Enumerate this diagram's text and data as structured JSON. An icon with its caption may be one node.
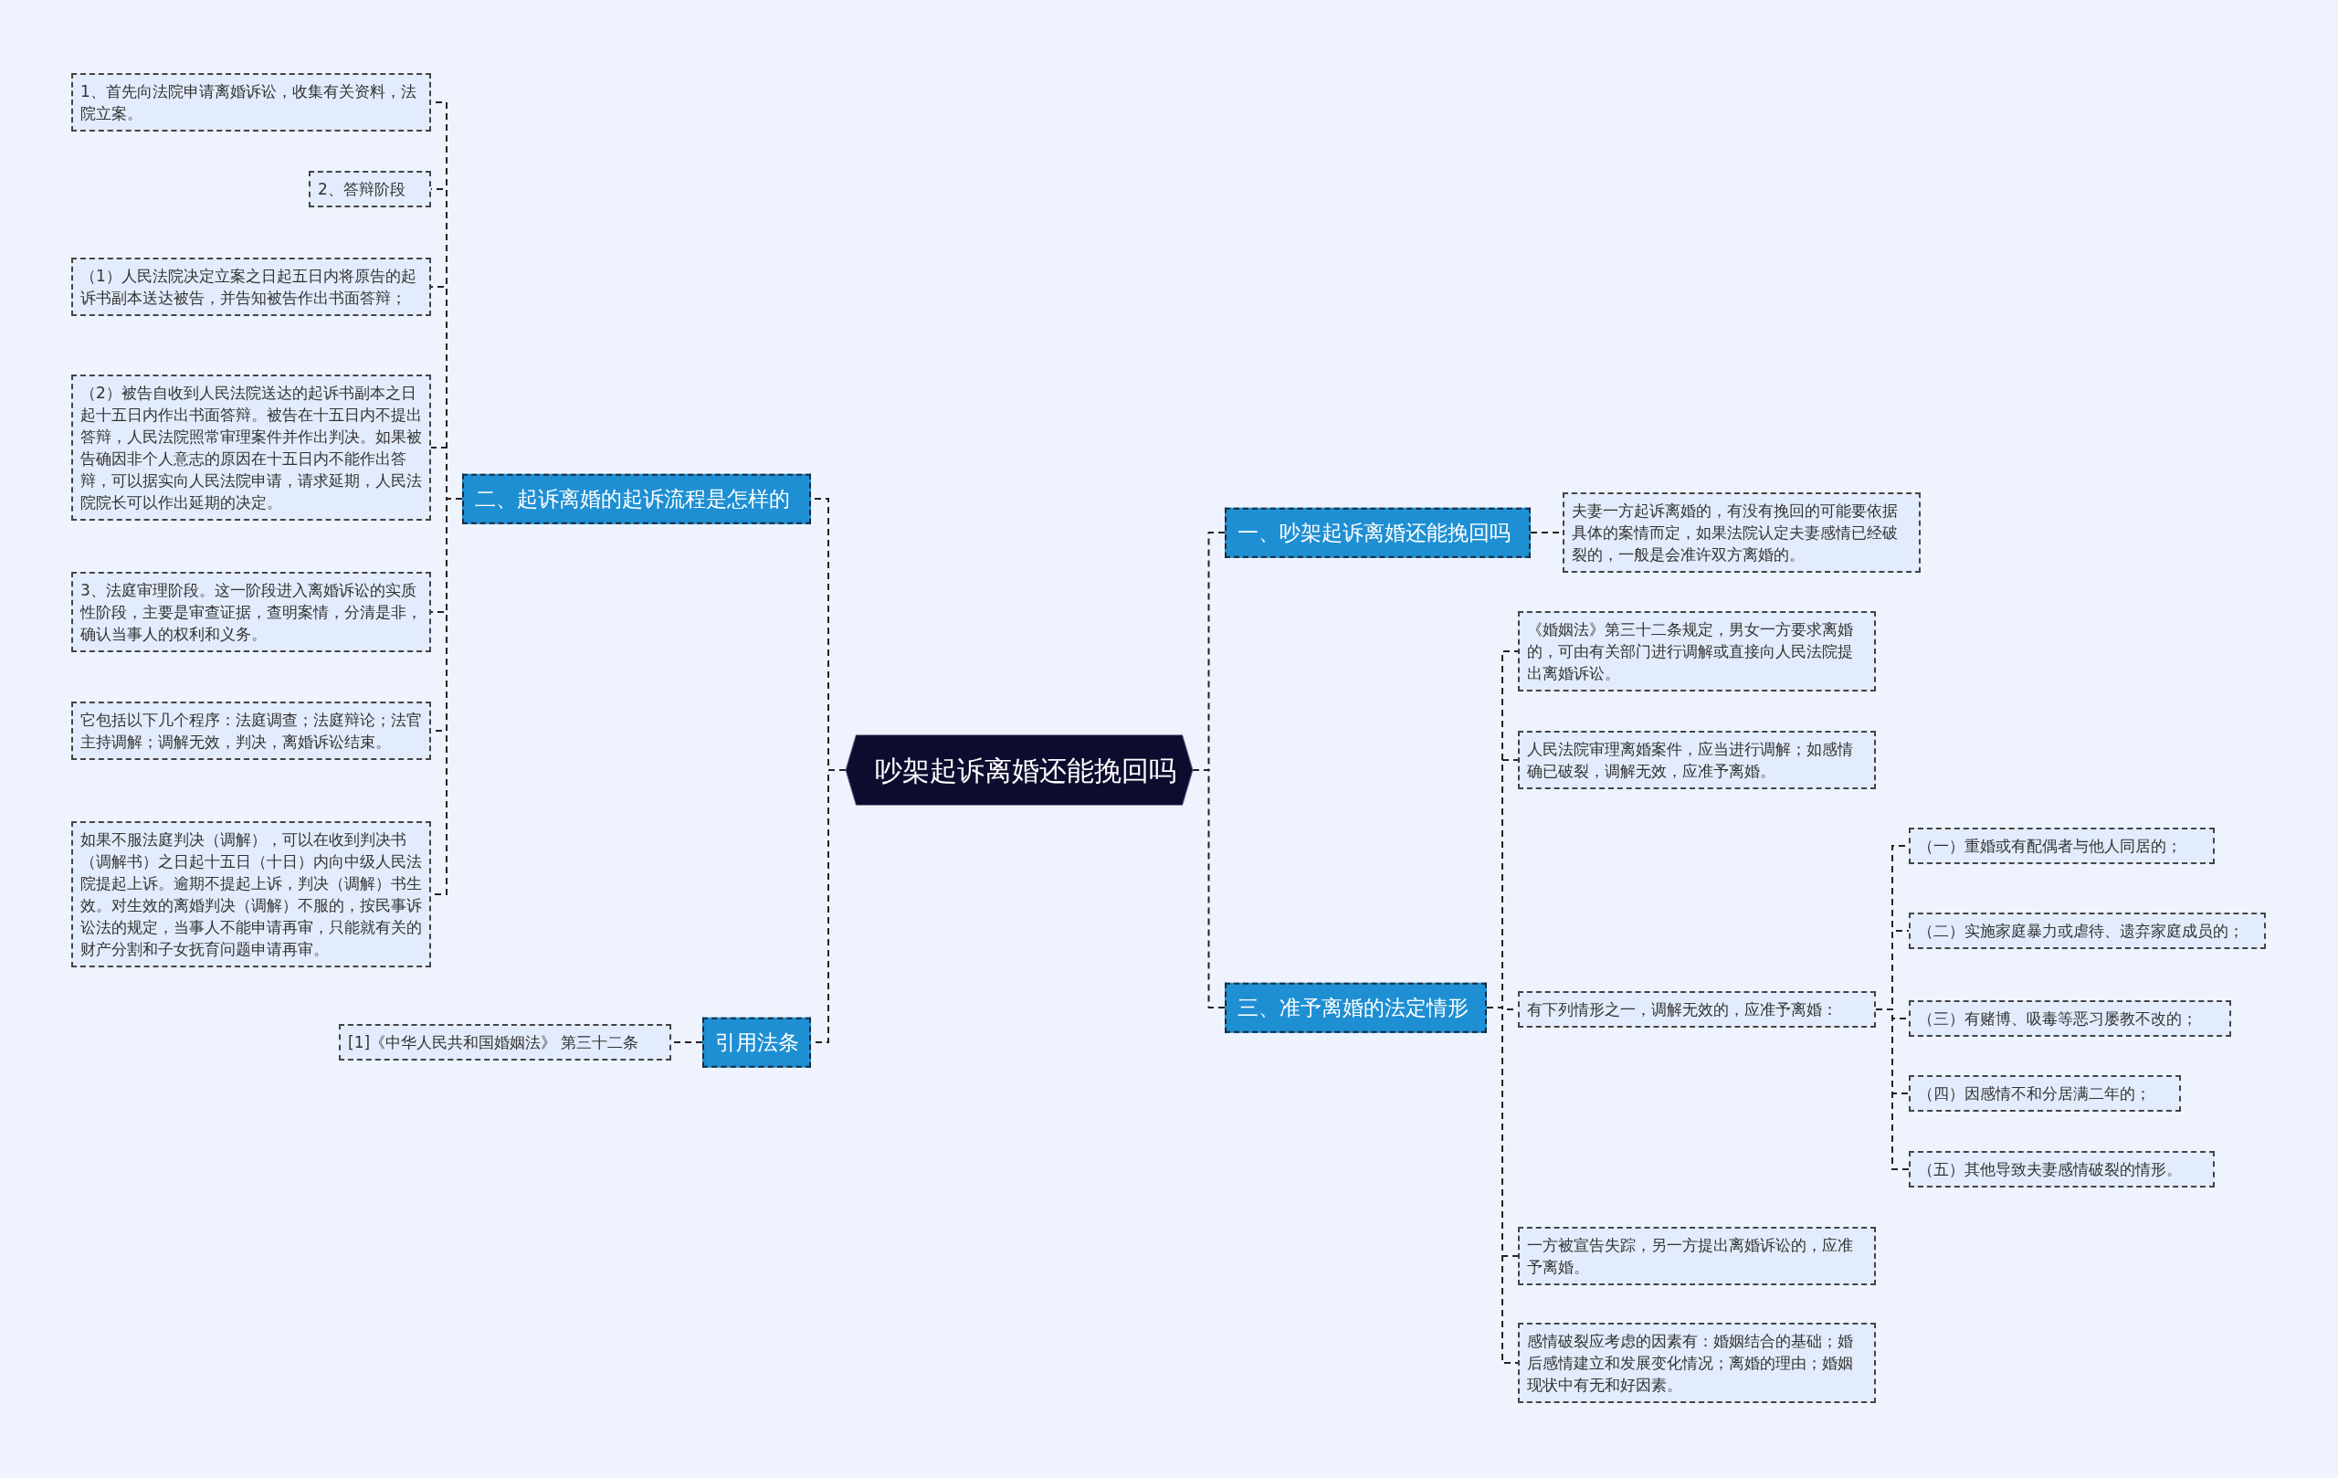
{
  "diagram": {
    "nodes": [
      {
        "text": [
          "吵架起诉离婚还能挽回吗"
        ]
      },
      {
        "text": [
          "二、起诉离婚的起诉流程是怎样的"
        ]
      },
      {
        "text": [
          "1、首先向法院申请离婚诉讼，收集有关资料，法院立案。"
        ]
      },
      {
        "text": [
          "2、答辩阶段"
        ]
      },
      {
        "text": [
          "（1）人民法院决定立案之日起五日内将原告的起诉书副本送达被告，并告知被告作出书面答辩；"
        ]
      },
      {
        "text": [
          "（2）被告自收到人民法院送达的起诉书副本之日起十五日内作出书面答辩。被告在十五日内不提出答辩，人民法院照常审理案件并作出判决。如果被告确因非个人意志的原因在十五日内不能作出答辩，可以据实向人民法院申请，请求延期，人民法院院长可以作出延期的决定。"
        ]
      },
      {
        "text": [
          "3、法庭审理阶段。这一阶段进入离婚诉讼的实质性阶段，主要是审查证据，查明案情，分清是非，确认当事人的权利和义务。"
        ]
      },
      {
        "text": [
          "它包括以下几个程序：法庭调查；法庭辩论；法官主持调解；调解无效，判决，离婚诉讼结束。"
        ]
      },
      {
        "text": [
          "如果不服法庭判决（调解），可以在收到判决书（调解书）之日起十五日（十日）内向中级人民法院提起上诉。逾期不提起上诉，判决（调解）书生效。对生效的离婚判决（调解）不服的，按民事诉讼法的规定，当事人不能申请再审，只能就有关的财产分割和子女抚育问题申请再审。"
        ]
      },
      {
        "text": [
          "引用法条"
        ]
      },
      {
        "text": [
          "[1]《中华人民共和国婚姻法》 第三十二条"
        ]
      },
      {
        "text": [
          "一、吵架起诉离婚还能挽回吗"
        ]
      },
      {
        "text": [
          "夫妻一方起诉离婚的，有没有挽回的可能要依据具体的案情而定，如果法院认定夫妻感情已经破裂的，一般是会准许双方离婚的。"
        ]
      },
      {
        "text": [
          "三、准予离婚的法定情形"
        ]
      },
      {
        "text": [
          "《婚姻法》第三十二条规定，男女一方要求离婚的，可由有关部门进行调解或直接向人民法院提出离婚诉讼。"
        ]
      },
      {
        "text": [
          "人民法院审理离婚案件，应当进行调解；如感情确已破裂，调解无效，应准予离婚。"
        ]
      },
      {
        "text": [
          "有下列情形之一，调解无效的，应准予离婚："
        ]
      },
      {
        "text": [
          "（一）重婚或有配偶者与他人同居的；"
        ]
      },
      {
        "text": [
          "（二）实施家庭暴力或虐待、遗弃家庭成员的；"
        ]
      },
      {
        "text": [
          "（三）有赌博、吸毒等恶习屡教不改的；"
        ]
      },
      {
        "text": [
          "（四）因感情不和分居满二年的；"
        ]
      },
      {
        "text": [
          "（五）其他导致夫妻感情破裂的情形。"
        ]
      },
      {
        "text": [
          "一方被宣告失踪，另一方提出离婚诉讼的，应准予离婚。"
        ]
      },
      {
        "text": [
          "感情破裂应考虑的因素有：婚姻结合的基础；婚后感情建立和发展变化情况；离婚的理由；婚姻现状中有无和好因素。"
        ]
      }
    ],
    "edges": [
      {
        "from": 0,
        "to": 1,
        "arrow": "none"
      },
      {
        "from": 1,
        "to": 2,
        "arrow": "none"
      },
      {
        "from": 1,
        "to": 3,
        "arrow": "none"
      },
      {
        "from": 1,
        "to": 4,
        "arrow": "none"
      },
      {
        "from": 1,
        "to": 5,
        "arrow": "none"
      },
      {
        "from": 1,
        "to": 6,
        "arrow": "none"
      },
      {
        "from": 1,
        "to": 7,
        "arrow": "none"
      },
      {
        "from": 1,
        "to": 8,
        "arrow": "none"
      },
      {
        "from": 0,
        "to": 9,
        "arrow": "none"
      },
      {
        "from": 9,
        "to": 10,
        "arrow": "none"
      },
      {
        "from": 0,
        "to": 11,
        "arrow": "none"
      },
      {
        "from": 11,
        "to": 12,
        "arrow": "none"
      },
      {
        "from": 0,
        "to": 13,
        "arrow": "none"
      },
      {
        "from": 13,
        "to": 14,
        "arrow": "none"
      },
      {
        "from": 13,
        "to": 15,
        "arrow": "none"
      },
      {
        "from": 13,
        "to": 16,
        "arrow": "none"
      },
      {
        "from": 16,
        "to": 17,
        "arrow": "none"
      },
      {
        "from": 16,
        "to": 18,
        "arrow": "none"
      },
      {
        "from": 16,
        "to": 19,
        "arrow": "none"
      },
      {
        "from": 16,
        "to": 20,
        "arrow": "none"
      },
      {
        "from": 16,
        "to": 21,
        "arrow": "none"
      },
      {
        "from": 13,
        "to": 22,
        "arrow": "none"
      },
      {
        "from": 13,
        "to": 23,
        "arrow": "none"
      }
    ]
  }
}
